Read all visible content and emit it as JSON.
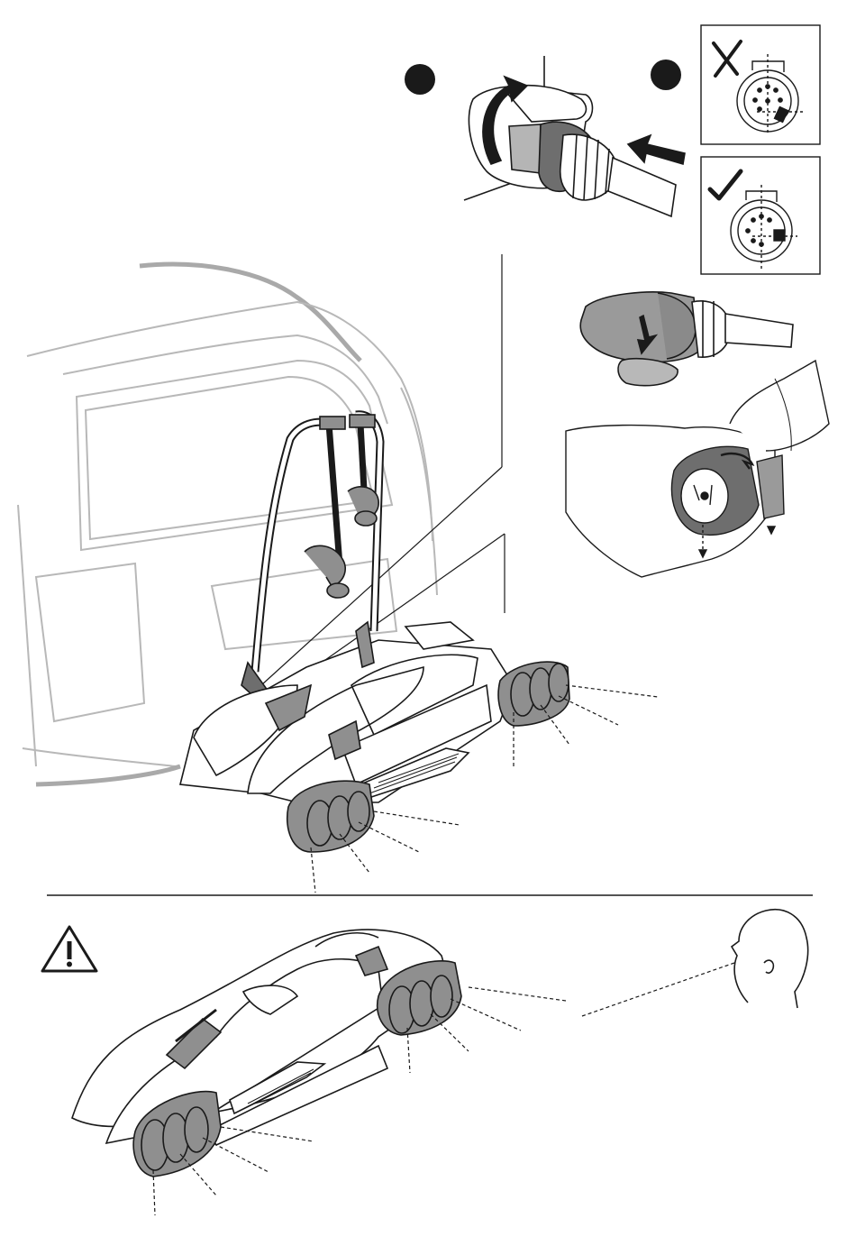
{
  "colors": {
    "ink": "#1a1a1a",
    "car_outline": "#b8b8b8",
    "car_roof": "#a9a9a9",
    "lamp_fill": "#8f8f8f",
    "lamp_dark": "#6e6e6e",
    "plug_fill": "#9a9a9a",
    "paper": "#ffffff"
  },
  "steps": [
    {
      "marker": "step-badge-1"
    },
    {
      "marker": "step-badge-2"
    }
  ],
  "plug_check": [
    {
      "state": "wrong",
      "icon": "cross-icon"
    },
    {
      "state": "correct",
      "icon": "check-icon"
    }
  ],
  "icons": [
    "warning-triangle-icon",
    "head-profile-icon",
    "rotate-arrow-icon",
    "push-arrow-icon",
    "down-arrow-icon"
  ]
}
